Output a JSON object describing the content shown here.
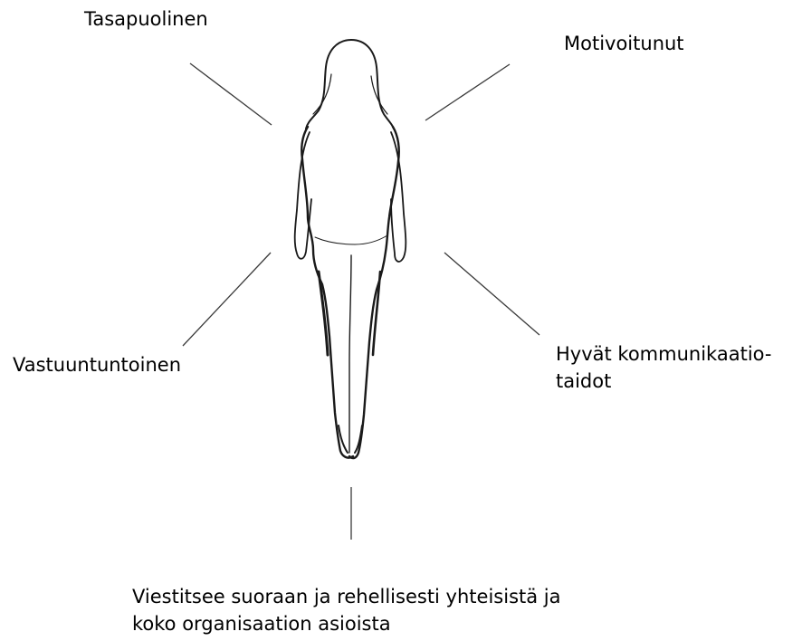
{
  "labels": {
    "top_left": "Tasapuolinen",
    "top_right": "Motivoitunut",
    "middle_left": "Vastuuntuntoinen",
    "middle_right_line1": "Hyvät kommunikaatio-",
    "middle_right_line2": "taidot",
    "bottom_line1": "Viestitsee suoraan ja rehellisesti yhteisistä ja",
    "bottom_line2": "koko organisaation asioista"
  },
  "colors": {
    "ink": "#000000",
    "line": "#3a3a3a",
    "background": "#ffffff"
  }
}
